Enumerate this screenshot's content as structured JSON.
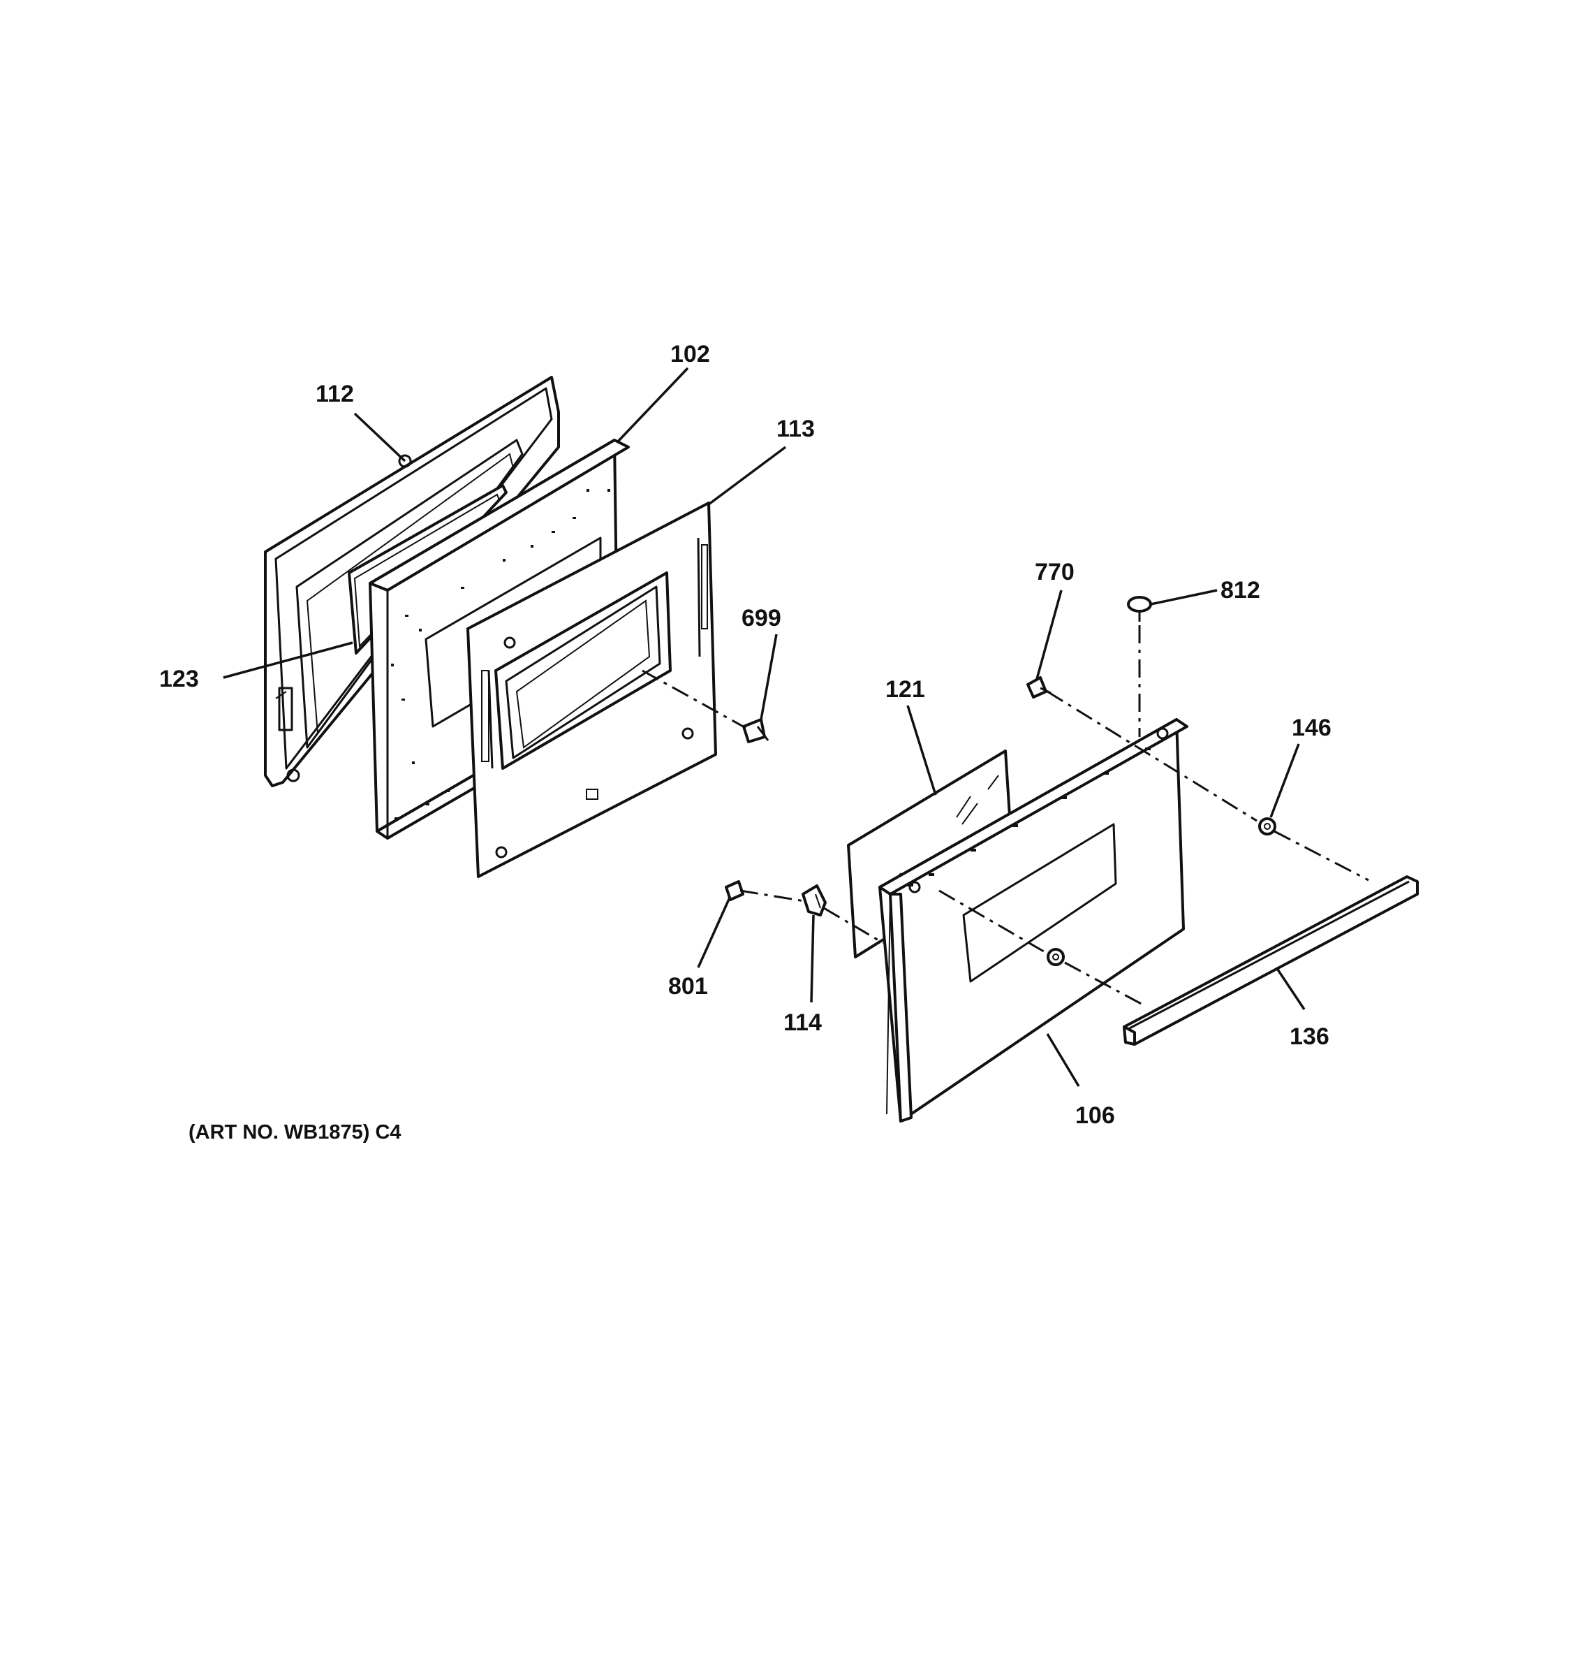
{
  "diagram": {
    "callouts": {
      "p102": "102",
      "p112": "112",
      "p113": "113",
      "p123": "123",
      "p699": "699",
      "p770": "770",
      "p812": "812",
      "p121": "121",
      "p146": "146",
      "p801": "801",
      "p114": "114",
      "p136": "136",
      "p106": "106"
    },
    "caption": "(ART NO. WB1875) C4"
  }
}
